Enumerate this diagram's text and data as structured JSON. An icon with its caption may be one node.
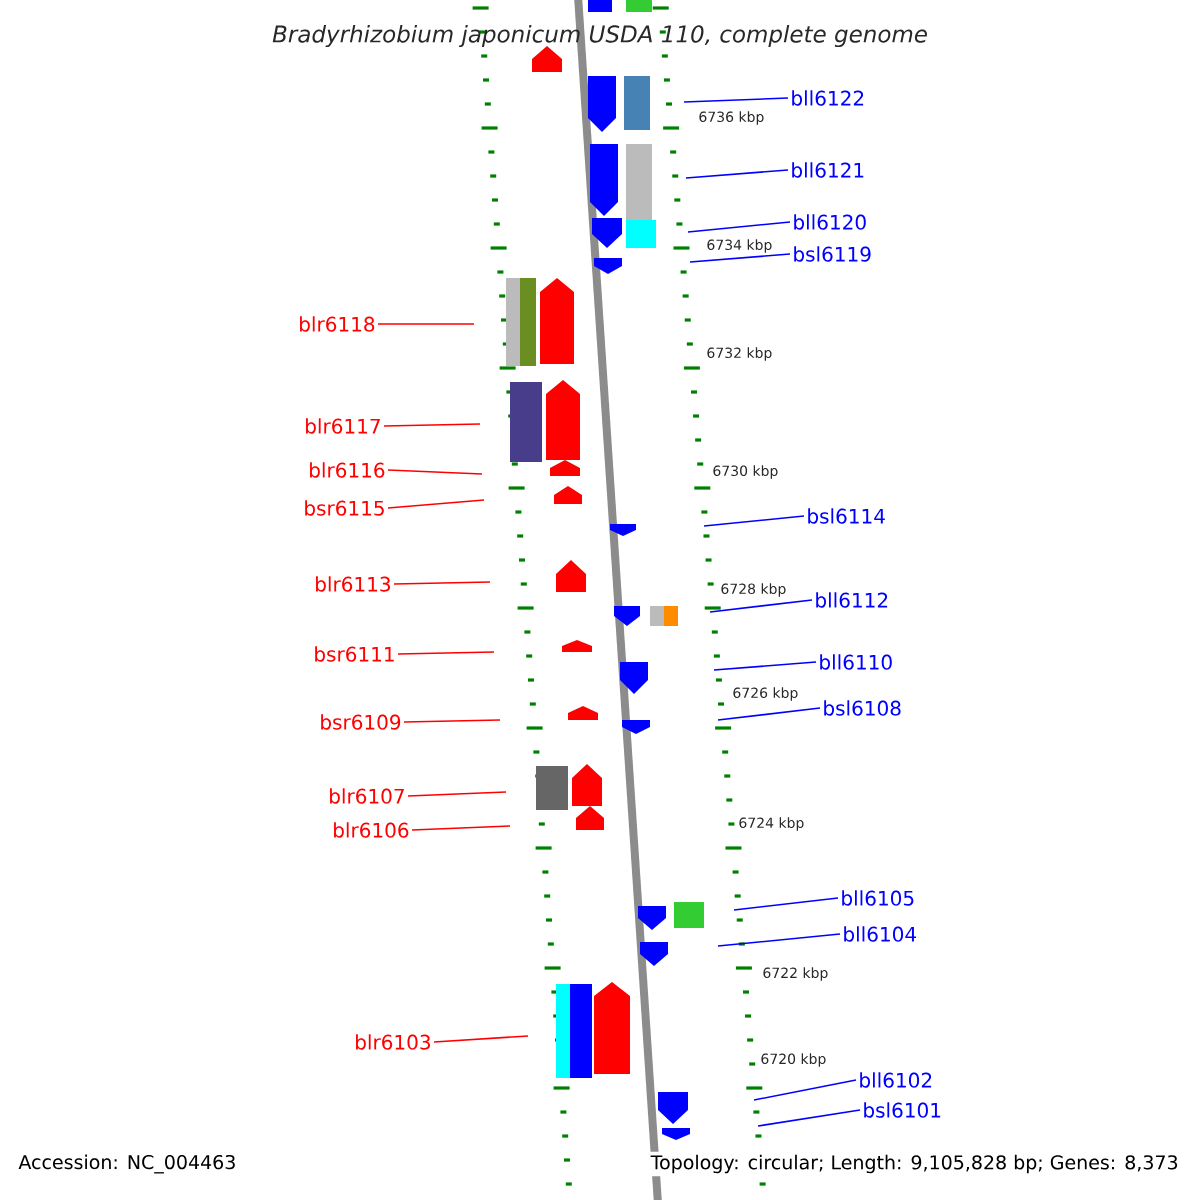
{
  "diagram": {
    "title": "Bradyrhizobium japonicum USDA 110, complete genome",
    "nodes": [
      {
        "text": [
          "bll6122"
        ]
      },
      {
        "text": [
          "bll6121"
        ]
      },
      {
        "text": [
          "bll6120"
        ]
      },
      {
        "text": [
          "bsl6119"
        ]
      },
      {
        "text": [
          "blr6118"
        ]
      },
      {
        "text": [
          "blr6117"
        ]
      },
      {
        "text": [
          "blr6116"
        ]
      },
      {
        "text": [
          "bsr6115"
        ]
      },
      {
        "text": [
          "bsl6114"
        ]
      },
      {
        "text": [
          "blr6113"
        ]
      },
      {
        "text": [
          "bll6112"
        ]
      },
      {
        "text": [
          "bsr6111"
        ]
      },
      {
        "text": [
          "bll6110"
        ]
      },
      {
        "text": [
          "bsl6108"
        ]
      },
      {
        "text": [
          "bsr6109"
        ]
      },
      {
        "text": [
          "blr6107"
        ]
      },
      {
        "text": [
          "blr6106"
        ]
      },
      {
        "text": [
          "bll6105"
        ]
      },
      {
        "text": [
          "bll6104"
        ]
      },
      {
        "text": [
          "blr6103"
        ]
      },
      {
        "text": [
          "bll6102"
        ]
      },
      {
        "text": [
          "bsl6101"
        ]
      }
    ],
    "edges": [
      {
        "from": 0,
        "to": null,
        "arrow": "none",
        "color": "#0000ff"
      },
      {
        "from": 1,
        "to": null,
        "arrow": "none",
        "color": "#0000ff"
      },
      {
        "from": 2,
        "to": null,
        "arrow": "none",
        "color": "#0000ff"
      },
      {
        "from": 3,
        "to": null,
        "arrow": "none",
        "color": "#0000ff"
      },
      {
        "from": 4,
        "to": null,
        "arrow": "none",
        "color": "#ff0000"
      },
      {
        "from": 5,
        "to": null,
        "arrow": "none",
        "color": "#ff0000"
      },
      {
        "from": 6,
        "to": null,
        "arrow": "none",
        "color": "#ff0000"
      },
      {
        "from": 7,
        "to": null,
        "arrow": "none",
        "color": "#ff0000"
      },
      {
        "from": 8,
        "to": null,
        "arrow": "none",
        "color": "#0000ff"
      },
      {
        "from": 9,
        "to": null,
        "arrow": "none",
        "color": "#ff0000"
      },
      {
        "from": 10,
        "to": null,
        "arrow": "none",
        "color": "#0000ff"
      },
      {
        "from": 11,
        "to": null,
        "arrow": "none",
        "color": "#ff0000"
      },
      {
        "from": 12,
        "to": null,
        "arrow": "none",
        "color": "#0000ff"
      },
      {
        "from": 13,
        "to": null,
        "arrow": "none",
        "color": "#0000ff"
      },
      {
        "from": 14,
        "to": null,
        "arrow": "none",
        "color": "#ff0000"
      },
      {
        "from": 15,
        "to": null,
        "arrow": "none",
        "color": "#ff0000"
      },
      {
        "from": 16,
        "to": null,
        "arrow": "none",
        "color": "#ff0000"
      },
      {
        "from": 17,
        "to": null,
        "arrow": "none",
        "color": "#0000ff"
      },
      {
        "from": 18,
        "to": null,
        "arrow": "none",
        "color": "#0000ff"
      },
      {
        "from": 19,
        "to": null,
        "arrow": "none",
        "color": "#ff0000"
      },
      {
        "from": 20,
        "to": null,
        "arrow": "none",
        "color": "#0000ff"
      },
      {
        "from": 21,
        "to": null,
        "arrow": "none",
        "color": "#0000ff"
      }
    ],
    "labels": [
      "6736 kbp",
      "6734 kbp",
      "6732 kbp",
      "6730 kbp",
      "6728 kbp",
      "6726 kbp",
      "6724 kbp",
      "6722 kbp",
      "6720 kbp",
      "Accession: NC_004463",
      "Topology: circular; Length: 9,105,828 bp; Genes: 8,373"
    ]
  }
}
